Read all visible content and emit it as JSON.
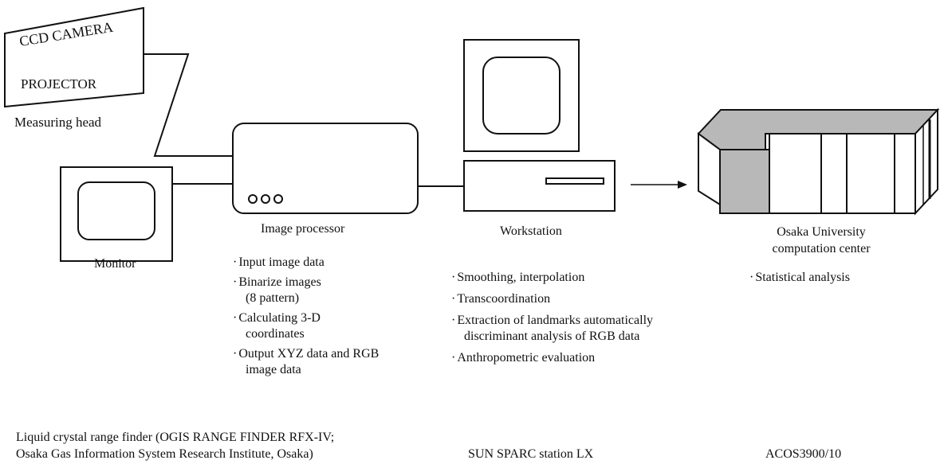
{
  "measuring_head": {
    "camera_label": "CCD CAMERA",
    "projector_label": "PROJECTOR",
    "caption": "Measuring head"
  },
  "monitor": {
    "caption": "Monitor"
  },
  "image_processor": {
    "caption": "Image processor",
    "bullets": [
      {
        "lines": [
          "Input image data"
        ]
      },
      {
        "lines": [
          "Binarize images",
          "(8 pattern)"
        ]
      },
      {
        "lines": [
          "Calculating 3-D",
          "coordinates"
        ]
      },
      {
        "lines": [
          "Output XYZ data and RGB",
          "image data"
        ]
      }
    ]
  },
  "workstation": {
    "caption": "Workstation",
    "bullets": [
      {
        "lines": [
          "Smoothing, interpolation"
        ]
      },
      {
        "lines": [
          "Transcoordination"
        ]
      },
      {
        "lines": [
          "Extraction of landmarks automatically",
          "discriminant analysis of RGB data"
        ]
      },
      {
        "lines": [
          "Anthropometric evaluation"
        ]
      }
    ]
  },
  "computation_center": {
    "caption_line1": "Osaka University",
    "caption_line2": "computation center",
    "bullets": [
      {
        "lines": [
          "Statistical analysis"
        ]
      }
    ]
  },
  "footer": {
    "range_finder_line1": "Liquid crystal range finder (OGIS RANGE FINDER RFX-IV;",
    "range_finder_line2": "Osaka Gas Information System Research Institute, Osaka)",
    "workstation_model": "SUN SPARC station LX",
    "center_model": "ACOS3900/10"
  },
  "bullet_char": "·",
  "colors": {
    "ink": "#111111",
    "shade": "#b8b8b8",
    "paper": "#ffffff"
  }
}
